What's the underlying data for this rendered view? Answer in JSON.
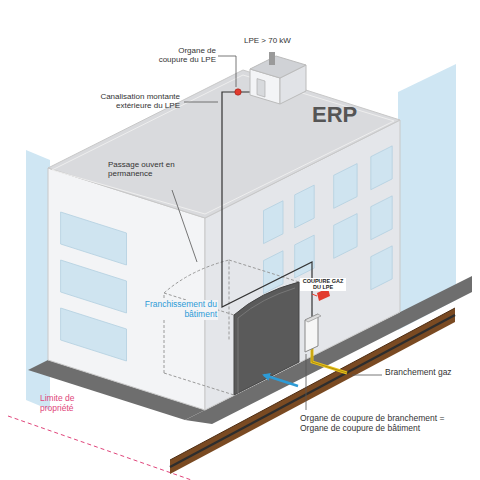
{
  "diagram": {
    "labels": [
      "LPE > 70 kW",
      "Organe de coupure du LPE",
      "Canalisation montante extérieure du LPE",
      "ERP",
      "Passage ouvert en permanence",
      "Franchissement du bâtiment",
      "COUPURE GAZ DU LPE",
      "Branchement gaz",
      "Organe de coupure de branchement = Organe de coupure de bâtiment",
      "Limite de propriété"
    ]
  }
}
